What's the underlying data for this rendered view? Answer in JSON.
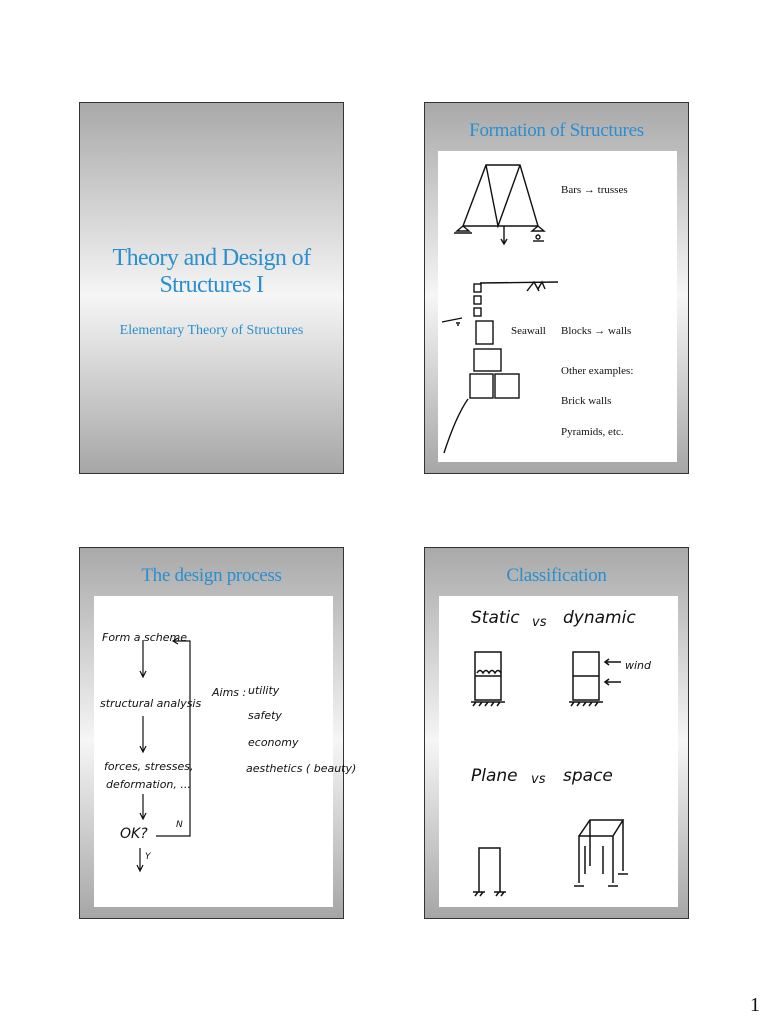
{
  "slide1": {
    "title": "Theory and Design of Structures I",
    "subtitle": "Elementary Theory of Structures"
  },
  "slide2": {
    "title": "Formation of Structures",
    "bars": "Bars → trusses",
    "seawall": "Seawall",
    "blocks": "Blocks → walls",
    "other": "Other examples:",
    "brick": "Brick walls",
    "pyramids": "Pyramids, etc."
  },
  "slide3": {
    "title": "The design process",
    "step1": "Form a scheme",
    "step2": "structural analysis",
    "step3a": "forces,  stresses,",
    "step3b": "deformation, ...",
    "step4": "OK?",
    "no": "N",
    "yes": "Y",
    "aims_label": "Aims :",
    "aims": [
      "utility",
      "safety",
      "economy",
      "aesthetics  ( beauty)"
    ]
  },
  "slide4": {
    "title": "Classification",
    "static": "Static",
    "vs1": "vs",
    "dynamic": "dynamic",
    "wind": "wind",
    "plane": "Plane",
    "vs2": "vs",
    "space": "space"
  },
  "page_number": "1"
}
